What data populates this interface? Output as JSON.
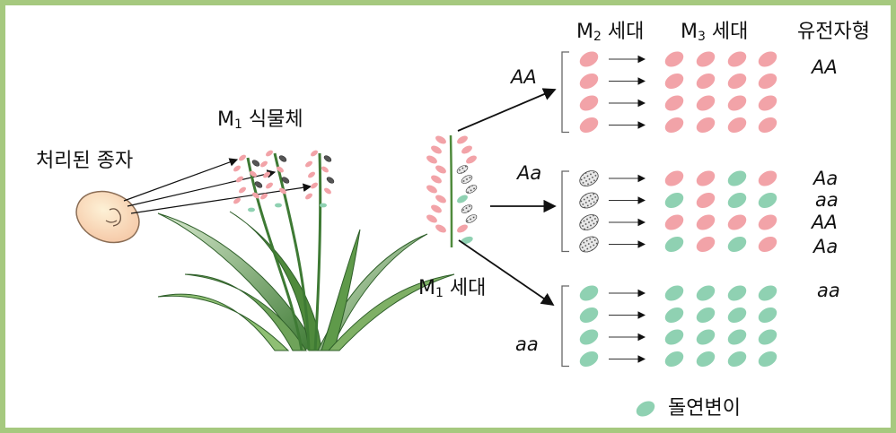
{
  "labels": {
    "seed": "처리된 종자",
    "m1_plant_prefix": "M",
    "m1_plant_sub": "1",
    "m1_plant_suffix": " 식물체",
    "m1_gen_prefix": "M",
    "m1_gen_sub": "1",
    "m1_gen_suffix": " 세대",
    "m2_prefix": "M",
    "m2_sub": "2",
    "m2_suffix": " 세대",
    "m3_prefix": "M",
    "m3_sub": "3",
    "m3_suffix": " 세대",
    "genotype_header": "유전자형",
    "legend": "돌연변이"
  },
  "groups": [
    {
      "name": "AA",
      "rows": [
        {
          "m2": "pink",
          "m3": [
            "pink",
            "pink",
            "pink",
            "pink"
          ],
          "genotype": "AA"
        },
        {
          "m2": "pink",
          "m3": [
            "pink",
            "pink",
            "pink",
            "pink"
          ],
          "genotype": ""
        },
        {
          "m2": "pink",
          "m3": [
            "pink",
            "pink",
            "pink",
            "pink"
          ],
          "genotype": ""
        },
        {
          "m2": "pink",
          "m3": [
            "pink",
            "pink",
            "pink",
            "pink"
          ],
          "genotype": ""
        }
      ]
    },
    {
      "name": "Aa",
      "rows": [
        {
          "m2": "dotted",
          "m3": [
            "pink",
            "pink",
            "green",
            "pink"
          ],
          "genotype": "Aa"
        },
        {
          "m2": "dotted",
          "m3": [
            "green",
            "pink",
            "green",
            "green"
          ],
          "genotype": "aa"
        },
        {
          "m2": "dotted",
          "m3": [
            "pink",
            "pink",
            "pink",
            "pink"
          ],
          "genotype": "AA"
        },
        {
          "m2": "dotted",
          "m3": [
            "green",
            "pink",
            "green",
            "pink"
          ],
          "genotype": "Aa"
        }
      ]
    },
    {
      "name": "aa",
      "rows": [
        {
          "m2": "green",
          "m3": [
            "green",
            "green",
            "green",
            "green"
          ],
          "genotype": "aa"
        },
        {
          "m2": "green",
          "m3": [
            "green",
            "green",
            "green",
            "green"
          ],
          "genotype": ""
        },
        {
          "m2": "green",
          "m3": [
            "green",
            "green",
            "green",
            "green"
          ],
          "genotype": ""
        },
        {
          "m2": "green",
          "m3": [
            "green",
            "green",
            "green",
            "green"
          ],
          "genotype": ""
        }
      ]
    }
  ],
  "colors": {
    "pink": "#f2a3a8",
    "green": "#8fd1b2",
    "dotted": "#bfbfbf",
    "leaf": "#4f8a3c",
    "frame": "#a6c97f"
  }
}
